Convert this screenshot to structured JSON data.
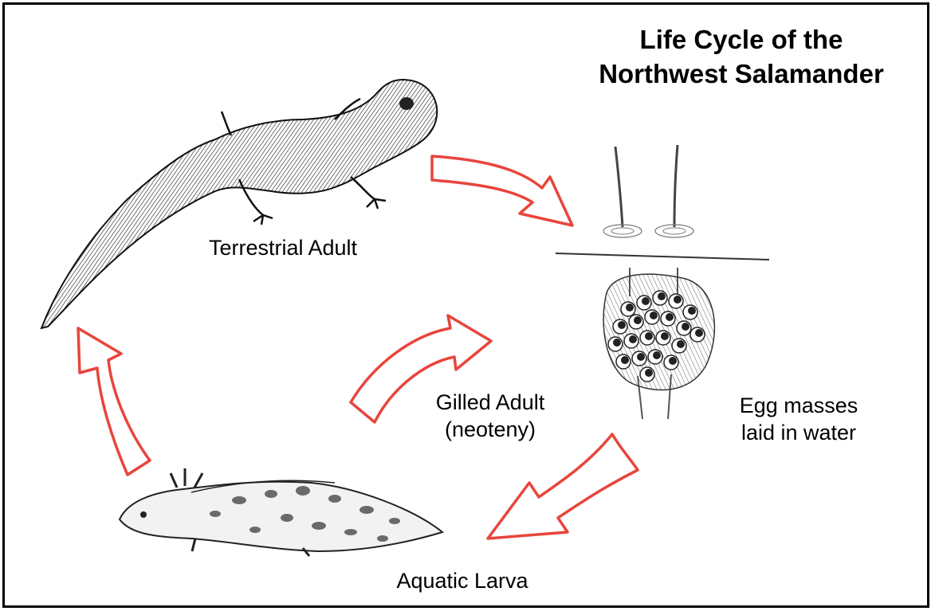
{
  "title": {
    "line1": "Life Cycle of the",
    "line2": "Northwest Salamander"
  },
  "stages": {
    "terrestrial_adult": "Terrestrial Adult",
    "egg_line1": "Egg masses",
    "egg_line2": "laid in water",
    "aquatic_larva": "Aquatic Larva",
    "gilled_line1": "Gilled Adult",
    "gilled_line2": "(neoteny)"
  },
  "colors": {
    "arrow_stroke": "#e8453c",
    "arrow_fill": "#ffffff",
    "ink": "#1a1a1a",
    "frame": "#000000"
  }
}
